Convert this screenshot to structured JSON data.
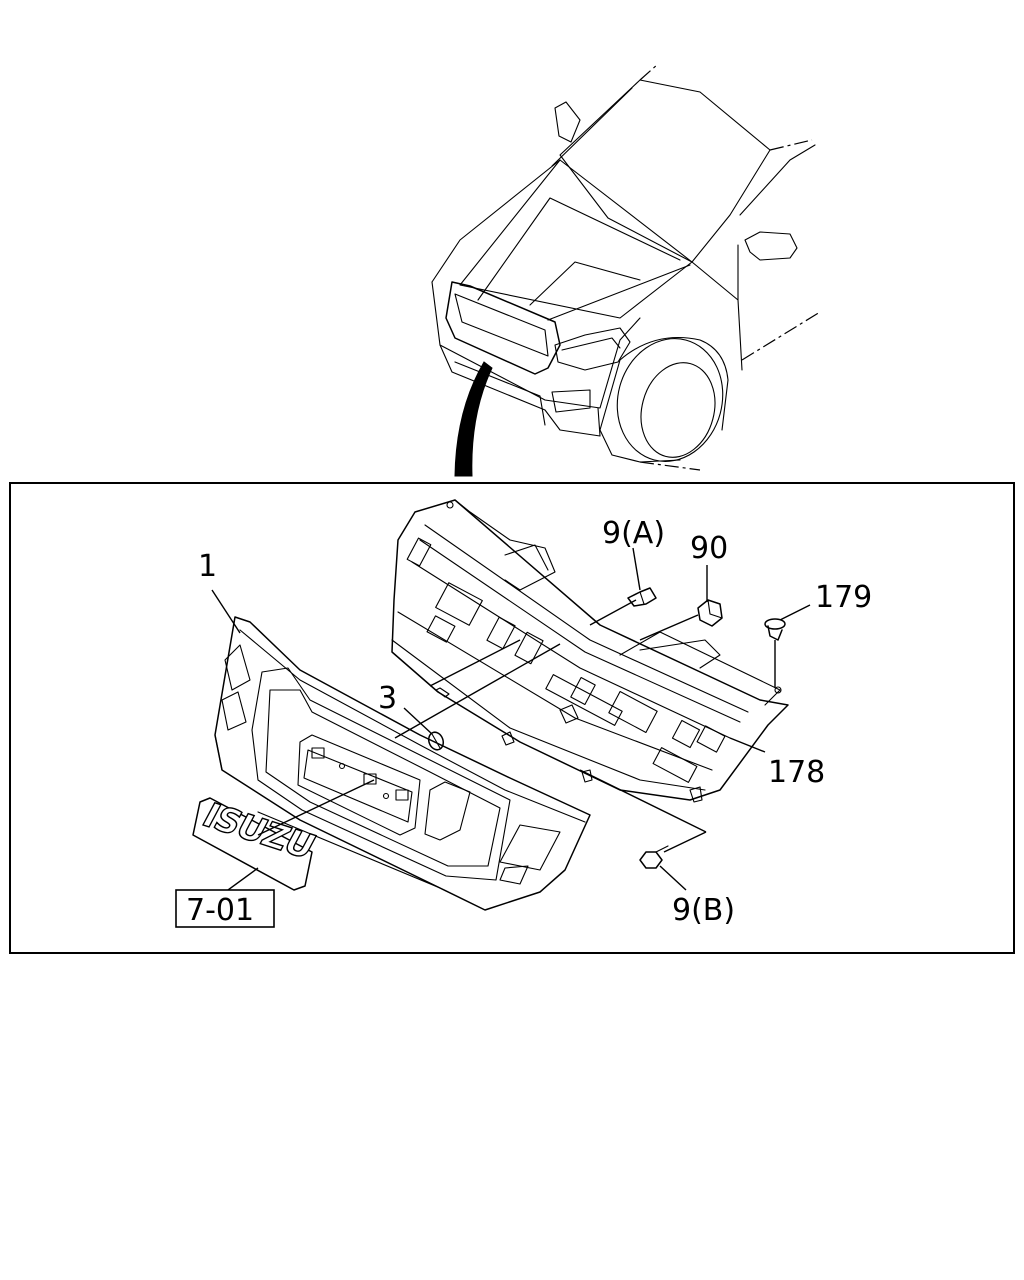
{
  "callouts": {
    "grille": "1",
    "clip": "3",
    "bolt_a": "9(A)",
    "nut": "90",
    "rivet": "179",
    "bracket": "178",
    "bolt_b": "9(B)",
    "emblem_ref": "7-01"
  },
  "emblem_logo_text": "ISUZU"
}
